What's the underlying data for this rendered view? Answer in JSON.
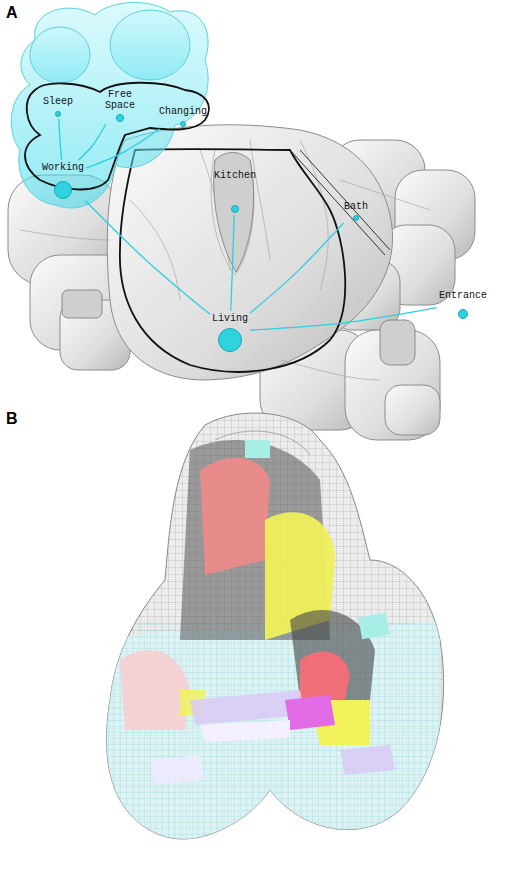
{
  "diagram": {
    "nodes": [
      {
        "text": [
          "Sleep"
        ]
      },
      {
        "text": [
          "Free Space"
        ]
      },
      {
        "text": [
          "Changing"
        ]
      },
      {
        "text": [
          "Working"
        ]
      },
      {
        "text": [
          "Kitchen"
        ]
      },
      {
        "text": [
          "Bath"
        ]
      },
      {
        "text": [
          "Entrance"
        ]
      },
      {
        "text": [
          "Living"
        ]
      }
    ],
    "edges": [
      {
        "from": 7,
        "to": 4,
        "arrow": "none"
      },
      {
        "from": 7,
        "to": 5,
        "arrow": "none"
      },
      {
        "from": 7,
        "to": 6,
        "arrow": "none"
      },
      {
        "from": 7,
        "to": 3,
        "arrow": "none"
      },
      {
        "from": 3,
        "to": 0,
        "arrow": "none"
      },
      {
        "from": 3,
        "to": 1,
        "arrow": "none"
      },
      {
        "from": 3,
        "to": 2,
        "arrow": "none"
      }
    ],
    "labels": [
      "A",
      "B"
    ]
  }
}
